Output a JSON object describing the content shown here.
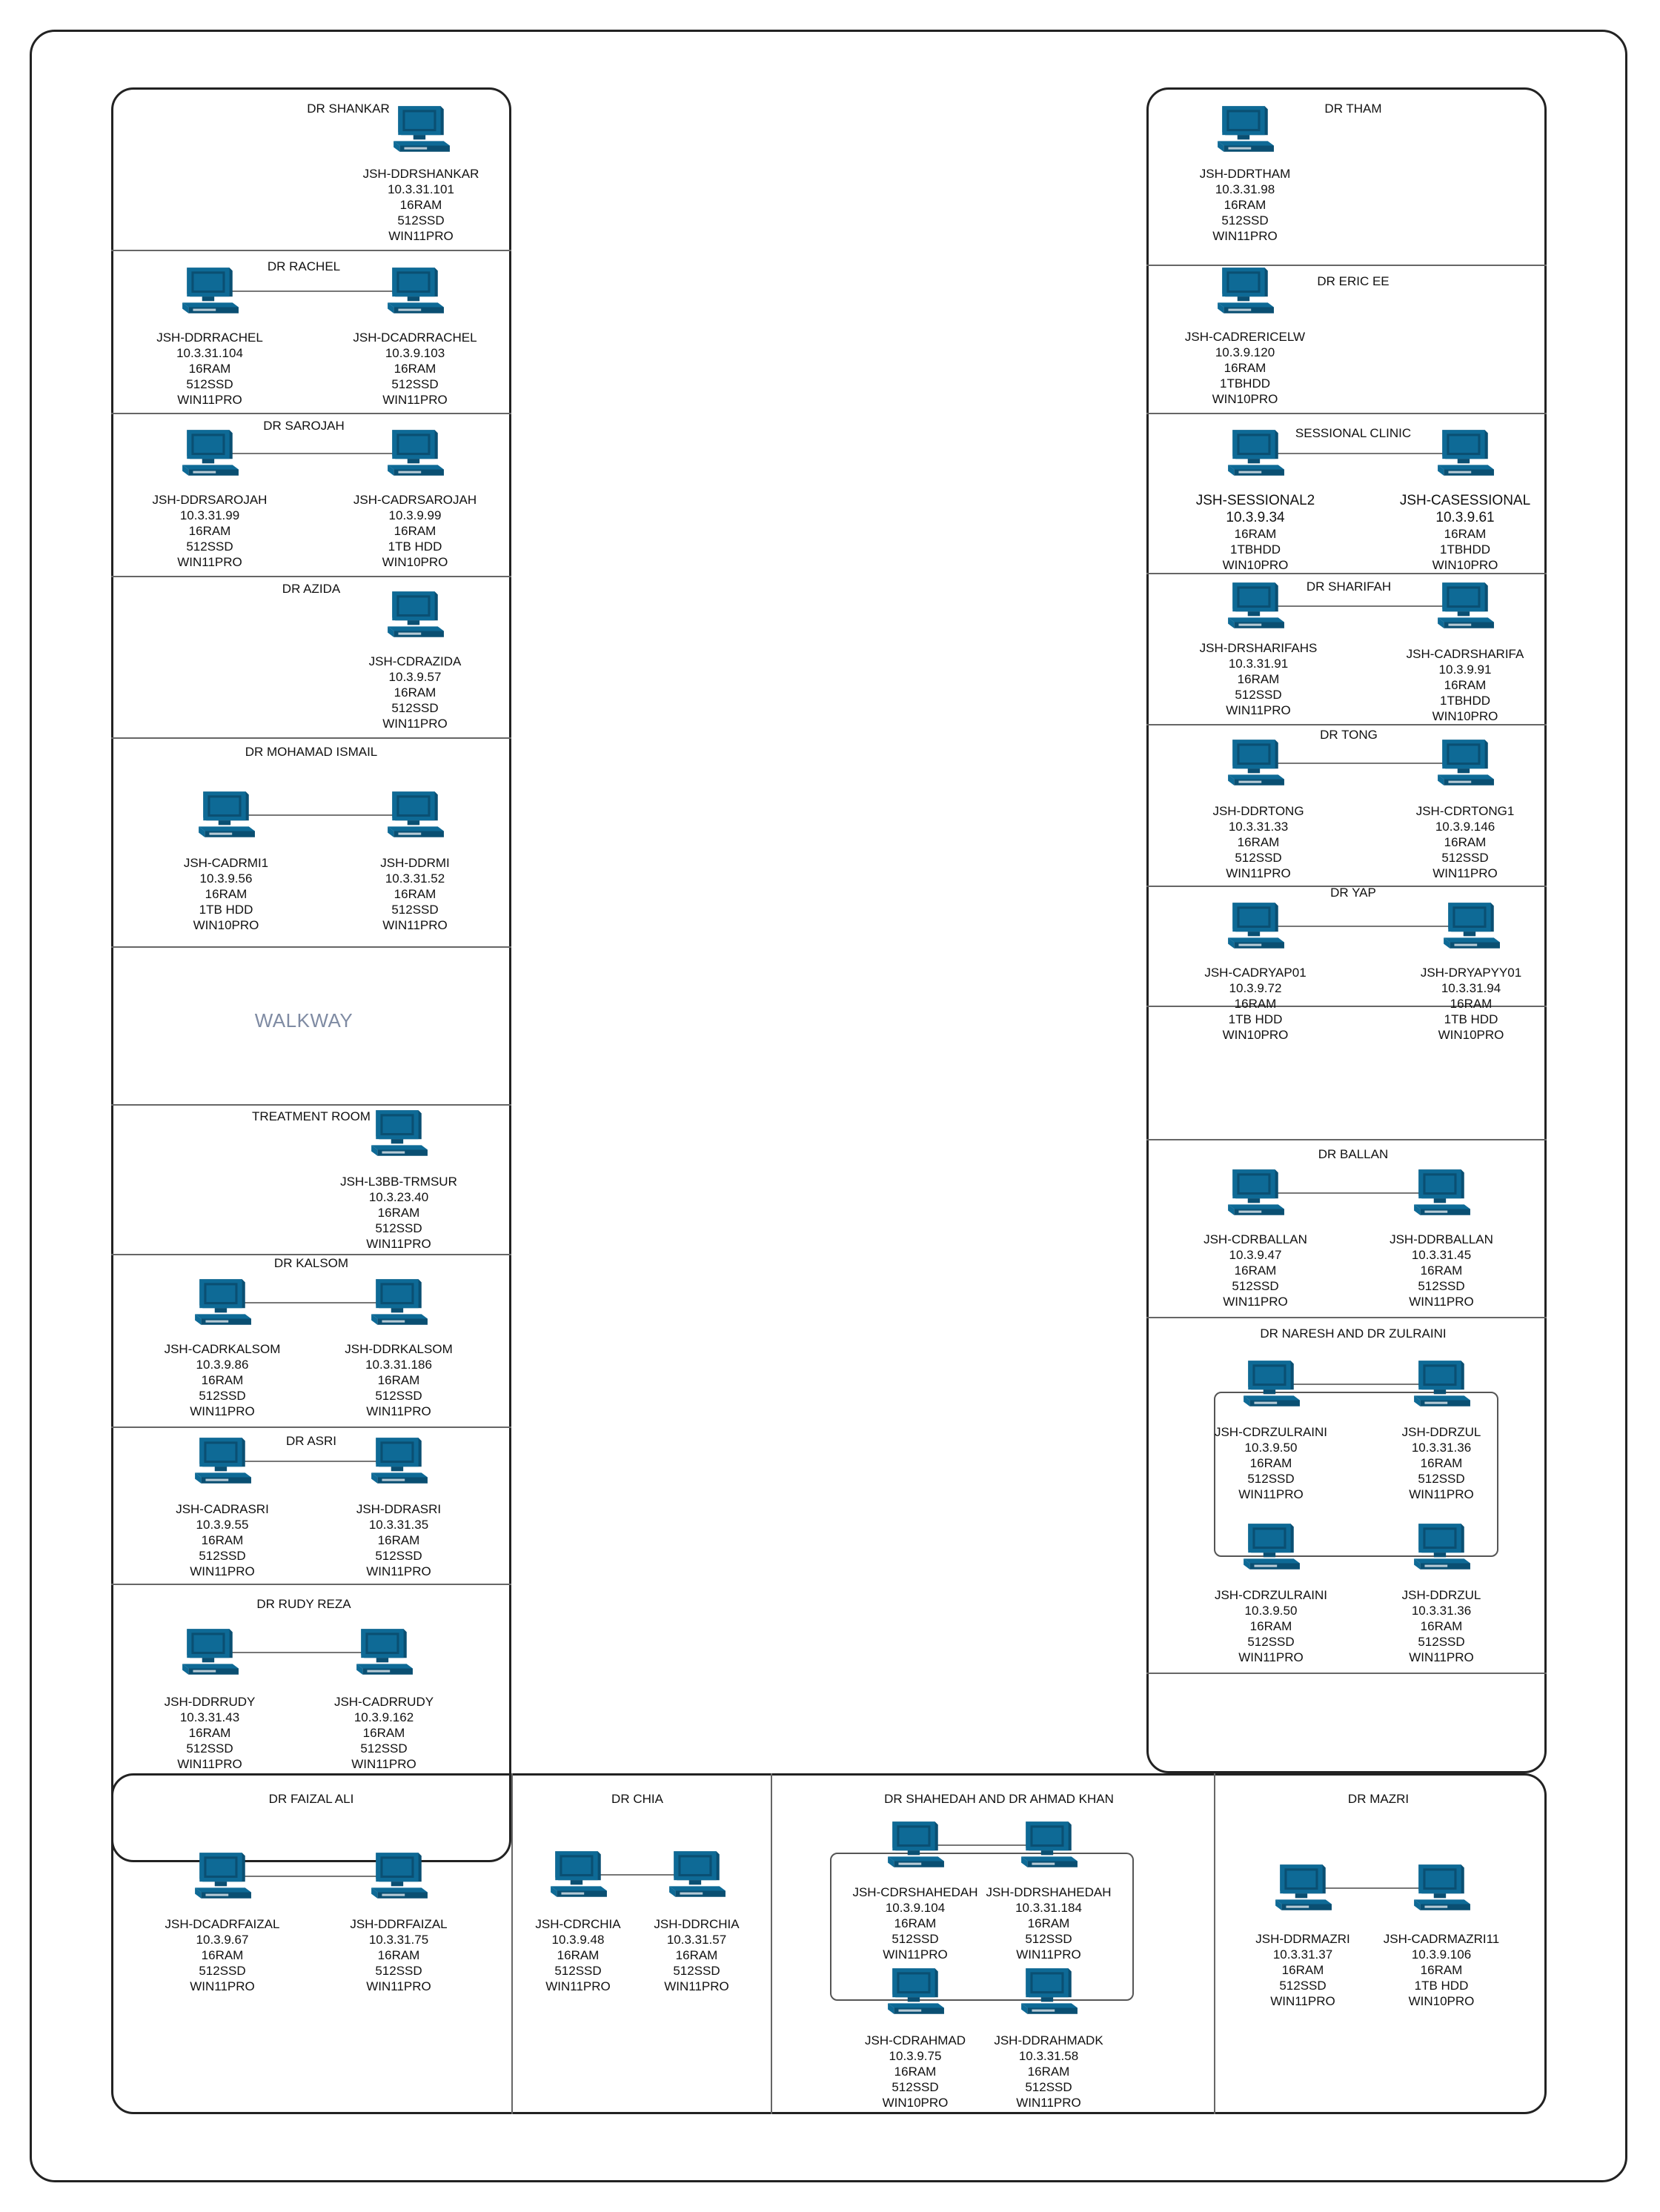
{
  "walkway": "WALKWAY",
  "colors": {
    "pc_fill": "#0e6a96",
    "pc_dark": "#0a4f72",
    "pc_screen": "#ffffff"
  },
  "icon": "workstation-icon",
  "rooms": [
    {
      "id": "dr-shankar",
      "title": "DR SHANKAR",
      "nodes": [
        {
          "name": "JSH-DDRSHANKAR",
          "ip": "10.3.31.101",
          "ram": "16RAM",
          "disk": "512SSD",
          "os": "WIN11PRO"
        }
      ]
    },
    {
      "id": "dr-rachel",
      "title": "DR RACHEL",
      "nodes": [
        {
          "name": "JSH-DDRRACHEL",
          "ip": "10.3.31.104",
          "ram": "16RAM",
          "disk": "512SSD",
          "os": "WIN11PRO"
        },
        {
          "name": "JSH-DCADRRACHEL",
          "ip": "10.3.9.103",
          "ram": "16RAM",
          "disk": "512SSD",
          "os": "WIN11PRO"
        }
      ]
    },
    {
      "id": "dr-sarojah",
      "title": "DR SAROJAH",
      "nodes": [
        {
          "name": "JSH-DDRSAROJAH",
          "ip": "10.3.31.99",
          "ram": "16RAM",
          "disk": "512SSD",
          "os": "WIN11PRO"
        },
        {
          "name": "JSH-CADRSAROJAH",
          "ip": "10.3.9.99",
          "ram": "16RAM",
          "disk": "1TB HDD",
          "os": "WIN10PRO"
        }
      ]
    },
    {
      "id": "dr-azida",
      "title": "DR AZIDA",
      "nodes": [
        {
          "name": "JSH-CDRAZIDA",
          "ip": "10.3.9.57",
          "ram": "16RAM",
          "disk": "512SSD",
          "os": "WIN11PRO"
        }
      ]
    },
    {
      "id": "dr-mohamad-ismail",
      "title": "DR MOHAMAD ISMAIL",
      "nodes": [
        {
          "name": "JSH-CADRMI1",
          "ip": "10.3.9.56",
          "ram": "16RAM",
          "disk": "1TB HDD",
          "os": "WIN10PRO"
        },
        {
          "name": "JSH-DDRMI",
          "ip": "10.3.31.52",
          "ram": "16RAM",
          "disk": "512SSD",
          "os": "WIN11PRO"
        }
      ]
    },
    {
      "id": "treatment-room",
      "title": "TREATMENT ROOM",
      "nodes": [
        {
          "name": "JSH-L3BB-TRMSUR",
          "ip": "10.3.23.40",
          "ram": "16RAM",
          "disk": "512SSD",
          "os": "WIN11PRO"
        }
      ]
    },
    {
      "id": "dr-kalsom",
      "title": "DR KALSOM",
      "nodes": [
        {
          "name": "JSH-CADRKALSOM",
          "ip": "10.3.9.86",
          "ram": "16RAM",
          "disk": "512SSD",
          "os": "WIN11PRO"
        },
        {
          "name": "JSH-DDRKALSOM",
          "ip": "10.3.31.186",
          "ram": "16RAM",
          "disk": "512SSD",
          "os": "WIN11PRO"
        }
      ]
    },
    {
      "id": "dr-asri",
      "title": "DR ASRI",
      "nodes": [
        {
          "name": "JSH-CADRASRI",
          "ip": "10.3.9.55",
          "ram": "16RAM",
          "disk": "512SSD",
          "os": "WIN11PRO"
        },
        {
          "name": "JSH-DDRASRI",
          "ip": "10.3.31.35",
          "ram": "16RAM",
          "disk": "512SSD",
          "os": "WIN11PRO"
        }
      ]
    },
    {
      "id": "dr-rudy-reza",
      "title": "DR RUDY REZA",
      "nodes": [
        {
          "name": "JSH-DDRRUDY",
          "ip": "10.3.31.43",
          "ram": "16RAM",
          "disk": "512SSD",
          "os": "WIN11PRO"
        },
        {
          "name": "JSH-CADRRUDY",
          "ip": "10.3.9.162",
          "ram": "16RAM",
          "disk": "512SSD",
          "os": "WIN11PRO"
        }
      ]
    },
    {
      "id": "dr-faizal-ali",
      "title": "DR FAIZAL ALI",
      "nodes": [
        {
          "name": "JSH-DCADRFAIZAL",
          "ip": "10.3.9.67",
          "ram": "16RAM",
          "disk": "512SSD",
          "os": "WIN11PRO"
        },
        {
          "name": "JSH-DDRFAIZAL",
          "ip": "10.3.31.75",
          "ram": "16RAM",
          "disk": "512SSD",
          "os": "WIN11PRO"
        }
      ]
    },
    {
      "id": "dr-chia",
      "title": "DR CHIA",
      "nodes": [
        {
          "name": "JSH-CDRCHIA",
          "ip": "10.3.9.48",
          "ram": "16RAM",
          "disk": "512SSD",
          "os": "WIN11PRO"
        },
        {
          "name": "JSH-DDRCHIA",
          "ip": "10.3.31.57",
          "ram": "16RAM",
          "disk": "512SSD",
          "os": "WIN11PRO"
        }
      ]
    },
    {
      "id": "dr-shahedah-ahmad-khan",
      "title": "DR SHAHEDAH AND DR AHMAD KHAN",
      "nodes": [
        {
          "name": "JSH-CDRSHAHEDAH",
          "ip": "10.3.9.104",
          "ram": "16RAM",
          "disk": "512SSD",
          "os": "WIN11PRO"
        },
        {
          "name": "JSH-DDRSHAHEDAH",
          "ip": "10.3.31.184",
          "ram": "16RAM",
          "disk": "512SSD",
          "os": "WIN11PRO"
        },
        {
          "name": "JSH-CDRAHMAD",
          "ip": "10.3.9.75",
          "ram": "16RAM",
          "disk": "512SSD",
          "os": "WIN10PRO"
        },
        {
          "name": "JSH-DDRAHMADK",
          "ip": "10.3.31.58",
          "ram": "16RAM",
          "disk": "512SSD",
          "os": "WIN11PRO"
        }
      ]
    },
    {
      "id": "dr-mazri",
      "title": "DR MAZRI",
      "nodes": [
        {
          "name": "JSH-DDRMAZRI",
          "ip": "10.3.31.37",
          "ram": "16RAM",
          "disk": "512SSD",
          "os": "WIN11PRO"
        },
        {
          "name": "JSH-CADRMAZRI11",
          "ip": "10.3.9.106",
          "ram": "16RAM",
          "disk": "1TB HDD",
          "os": "WIN10PRO"
        }
      ]
    },
    {
      "id": "dr-tham",
      "title": "DR THAM",
      "nodes": [
        {
          "name": "JSH-DDRTHAM",
          "ip": "10.3.31.98",
          "ram": "16RAM",
          "disk": "512SSD",
          "os": "WIN11PRO"
        }
      ]
    },
    {
      "id": "dr-eric-ee",
      "title": "DR ERIC EE",
      "nodes": [
        {
          "name": "JSH-CADRERICELW",
          "ip": "10.3.9.120",
          "ram": "16RAM",
          "disk": "1TBHDD",
          "os": "WIN10PRO"
        }
      ]
    },
    {
      "id": "sessional-clinic",
      "title": "SESSIONAL CLINIC",
      "nodes": [
        {
          "name": "JSH-SESSIONAL2",
          "ip": "10.3.9.34",
          "ram": "16RAM",
          "disk": "1TBHDD",
          "os": "WIN10PRO"
        },
        {
          "name": "JSH-CASESSIONAL",
          "ip": "10.3.9.61",
          "ram": "16RAM",
          "disk": "1TBHDD",
          "os": "WIN10PRO"
        }
      ]
    },
    {
      "id": "dr-sharifah",
      "title": "DR SHARIFAH",
      "nodes": [
        {
          "name": "JSH-DRSHARIFAHS",
          "ip": "10.3.31.91",
          "ram": "16RAM",
          "disk": "512SSD",
          "os": "WIN11PRO"
        },
        {
          "name": "JSH-CADRSHARIFA",
          "ip": "10.3.9.91",
          "ram": "16RAM",
          "disk": "1TBHDD",
          "os": "WIN10PRO"
        }
      ]
    },
    {
      "id": "dr-tong",
      "title": "DR TONG",
      "nodes": [
        {
          "name": "JSH-DDRTONG",
          "ip": "10.3.31.33",
          "ram": "16RAM",
          "disk": "512SSD",
          "os": "WIN11PRO"
        },
        {
          "name": "JSH-CDRTONG1",
          "ip": "10.3.9.146",
          "ram": "16RAM",
          "disk": "512SSD",
          "os": "WIN11PRO"
        }
      ]
    },
    {
      "id": "dr-yap",
      "title": "DR YAP",
      "nodes": [
        {
          "name": "JSH-CADRYAP01",
          "ip": "10.3.9.72",
          "ram": "16RAM",
          "disk": "1TB HDD",
          "os": "WIN10PRO"
        },
        {
          "name": "JSH-DRYAPYY01",
          "ip": "10.3.31.94",
          "ram": "16RAM",
          "disk": "1TB HDD",
          "os": "WIN10PRO"
        }
      ]
    },
    {
      "id": "dr-ballan",
      "title": "DR BALLAN",
      "nodes": [
        {
          "name": "JSH-CDRBALLAN",
          "ip": "10.3.9.47",
          "ram": "16RAM",
          "disk": "512SSD",
          "os": "WIN11PRO"
        },
        {
          "name": "JSH-DDRBALLAN",
          "ip": "10.3.31.45",
          "ram": "16RAM",
          "disk": "512SSD",
          "os": "WIN11PRO"
        }
      ]
    },
    {
      "id": "dr-naresh-zulraini",
      "title": "DR NARESH AND DR ZULRAINI",
      "nodes": [
        {
          "name": "JSH-CDRZULRAINI",
          "ip": "10.3.9.50",
          "ram": "16RAM",
          "disk": "512SSD",
          "os": "WIN11PRO"
        },
        {
          "name": "JSH-DDRZUL",
          "ip": "10.3.31.36",
          "ram": "16RAM",
          "disk": "512SSD",
          "os": "WIN11PRO"
        },
        {
          "name": "JSH-CDRZULRAINI",
          "ip": "10.3.9.50",
          "ram": "16RAM",
          "disk": "512SSD",
          "os": "WIN11PRO"
        },
        {
          "name": "JSH-DDRZUL",
          "ip": "10.3.31.36",
          "ram": "16RAM",
          "disk": "512SSD",
          "os": "WIN11PRO"
        }
      ]
    }
  ]
}
